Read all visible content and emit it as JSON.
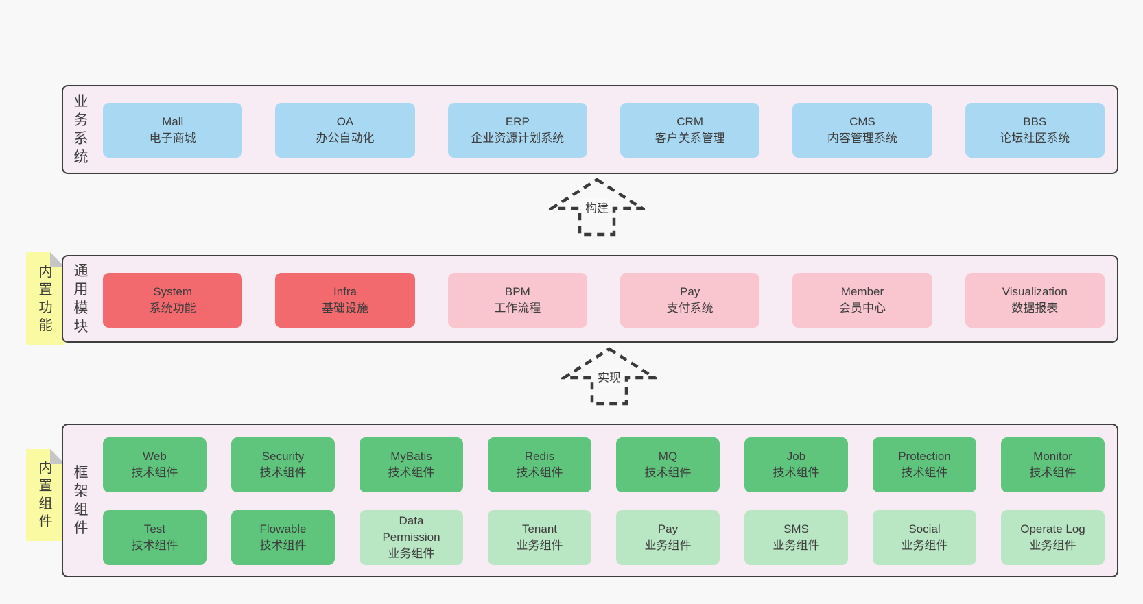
{
  "colors": {
    "page_background": "#f8f8f8",
    "band_background": "#f8ecf4",
    "band_border": "#3d3d3d",
    "blue": "#a9d9f2",
    "red": "#f2696e",
    "pink": "#f9c6d0",
    "green": "#5fc57d",
    "green-light": "#b9e6c3",
    "note_yellow": "#fafaa2",
    "note_fold": "#c6c6c6",
    "text": "#3c3c3c"
  },
  "notes": [
    {
      "label": "内置功能"
    },
    {
      "label": "内置组件"
    }
  ],
  "arrows": [
    {
      "label": "构建"
    },
    {
      "label": "实现"
    }
  ],
  "bands": [
    {
      "label": "业务系统",
      "rows": [
        [
          {
            "en": "Mall",
            "zh": "电子商城",
            "variant": "blue"
          },
          {
            "en": "OA",
            "zh": "办公自动化",
            "variant": "blue"
          },
          {
            "en": "ERP",
            "zh": "企业资源计划系统",
            "variant": "blue"
          },
          {
            "en": "CRM",
            "zh": "客户关系管理",
            "variant": "blue"
          },
          {
            "en": "CMS",
            "zh": "内容管理系统",
            "variant": "blue"
          },
          {
            "en": "BBS",
            "zh": "论坛社区系统",
            "variant": "blue"
          }
        ]
      ]
    },
    {
      "label": "通用模块",
      "rows": [
        [
          {
            "en": "System",
            "zh": "系统功能",
            "variant": "red"
          },
          {
            "en": "Infra",
            "zh": "基础设施",
            "variant": "red"
          },
          {
            "en": "BPM",
            "zh": "工作流程",
            "variant": "pink"
          },
          {
            "en": "Pay",
            "zh": "支付系统",
            "variant": "pink"
          },
          {
            "en": "Member",
            "zh": "会员中心",
            "variant": "pink"
          },
          {
            "en": "Visualization",
            "zh": "数据报表",
            "variant": "pink"
          }
        ]
      ]
    },
    {
      "label": "框架组件",
      "rows": [
        [
          {
            "en": "Web",
            "zh": "技术组件",
            "variant": "green"
          },
          {
            "en": "Security",
            "zh": "技术组件",
            "variant": "green"
          },
          {
            "en": "MyBatis",
            "zh": "技术组件",
            "variant": "green"
          },
          {
            "en": "Redis",
            "zh": "技术组件",
            "variant": "green"
          },
          {
            "en": "MQ",
            "zh": "技术组件",
            "variant": "green"
          },
          {
            "en": "Job",
            "zh": "技术组件",
            "variant": "green"
          },
          {
            "en": "Protection",
            "zh": "技术组件",
            "variant": "green"
          },
          {
            "en": "Monitor",
            "zh": "技术组件",
            "variant": "green"
          }
        ],
        [
          {
            "en": "Test",
            "zh": "技术组件",
            "variant": "green"
          },
          {
            "en": "Flowable",
            "zh": "技术组件",
            "variant": "green"
          },
          {
            "en": "Data Permission",
            "zh": "业务组件",
            "variant": "green-light"
          },
          {
            "en": "Tenant",
            "zh": "业务组件",
            "variant": "green-light"
          },
          {
            "en": "Pay",
            "zh": "业务组件",
            "variant": "green-light"
          },
          {
            "en": "SMS",
            "zh": "业务组件",
            "variant": "green-light"
          },
          {
            "en": "Social",
            "zh": "业务组件",
            "variant": "green-light"
          },
          {
            "en": "Operate Log",
            "zh": "业务组件",
            "variant": "green-light"
          }
        ]
      ]
    }
  ]
}
